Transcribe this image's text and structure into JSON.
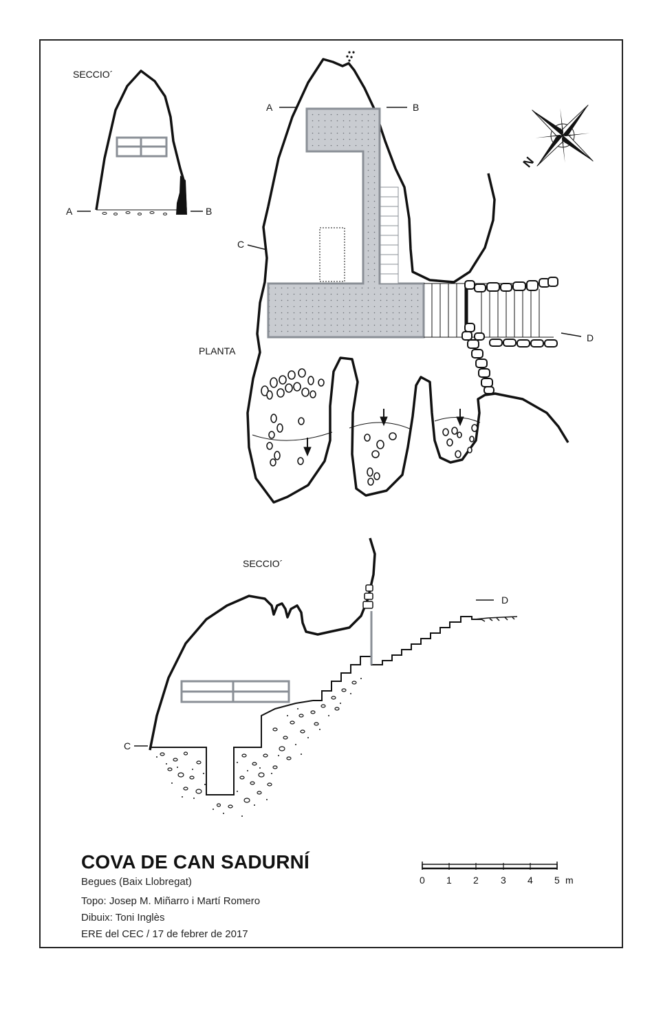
{
  "labels": {
    "section_top": "SECCIO´",
    "section_bottom": "SECCIO´",
    "plan": "PLANTA",
    "a": "A",
    "b": "B",
    "c": "C",
    "d": "D",
    "north": "N"
  },
  "title": "COVA DE CAN SADURNÍ",
  "location": "Begues (Baix Llobregat)",
  "topo": "Topo: Josep M. Miñarro i Martí Romero",
  "drawing": "Dibuix: Toni Inglès",
  "survey": "ERE del CEC / 17 de febrer de 2017",
  "scale": {
    "ticks": [
      "0",
      "1",
      "2",
      "3",
      "4",
      "5"
    ],
    "unit": "m"
  },
  "colors": {
    "ink": "#111111",
    "fill_gray": "#c8ccd2",
    "rail_gray": "#8a8f96"
  }
}
